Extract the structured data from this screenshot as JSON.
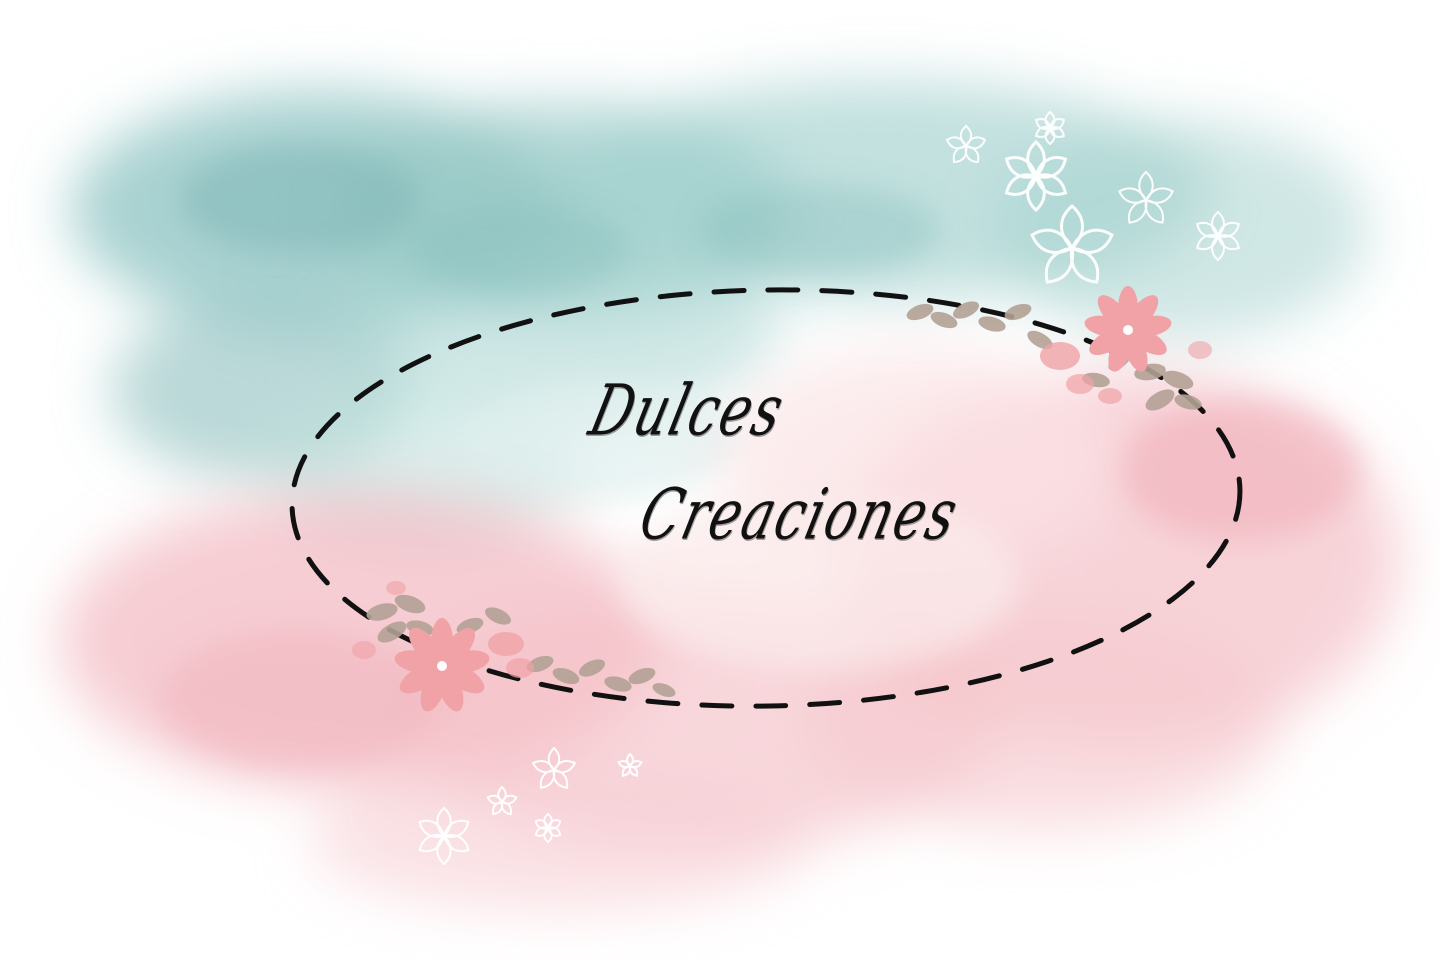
{
  "logo": {
    "line1": "Dulces",
    "line2": "Creaciones"
  },
  "colors": {
    "teal_wash": "#8cc3c2",
    "pink_wash": "#f2b8c0",
    "flower_pink": "#f0a2a6",
    "leaf_taupe": "#b3a195",
    "frame_stroke": "#111111",
    "background": "#ffffff"
  },
  "decorations": [
    "teal-watercolor-wash",
    "pink-watercolor-wash",
    "dashed-oval-frame",
    "pink-flower-cluster",
    "white-flower-outlines",
    "taupe-leaf-sprigs"
  ]
}
